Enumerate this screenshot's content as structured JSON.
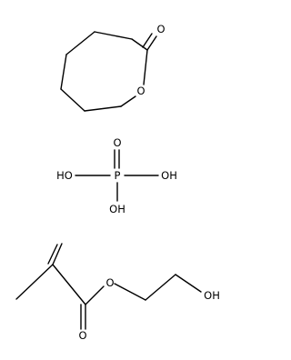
{
  "molecules": [
    {
      "id": "caprolactone",
      "atoms": [
        {
          "id": "O_carbonyl",
          "label": "O"
        },
        {
          "id": "O_ring",
          "label": "O"
        }
      ]
    },
    {
      "id": "phosphoric-acid",
      "atoms": [
        {
          "id": "O_top",
          "label": "O"
        },
        {
          "id": "OH_left",
          "label": "HO"
        },
        {
          "id": "P",
          "label": "P"
        },
        {
          "id": "OH_right",
          "label": "OH"
        },
        {
          "id": "OH_bottom",
          "label": "OH"
        }
      ]
    },
    {
      "id": "hydroxyethyl-methacrylate",
      "atoms": [
        {
          "id": "O_ester",
          "label": "O"
        },
        {
          "id": "O_carbonyl",
          "label": "O"
        },
        {
          "id": "OH",
          "label": "OH"
        }
      ]
    }
  ]
}
